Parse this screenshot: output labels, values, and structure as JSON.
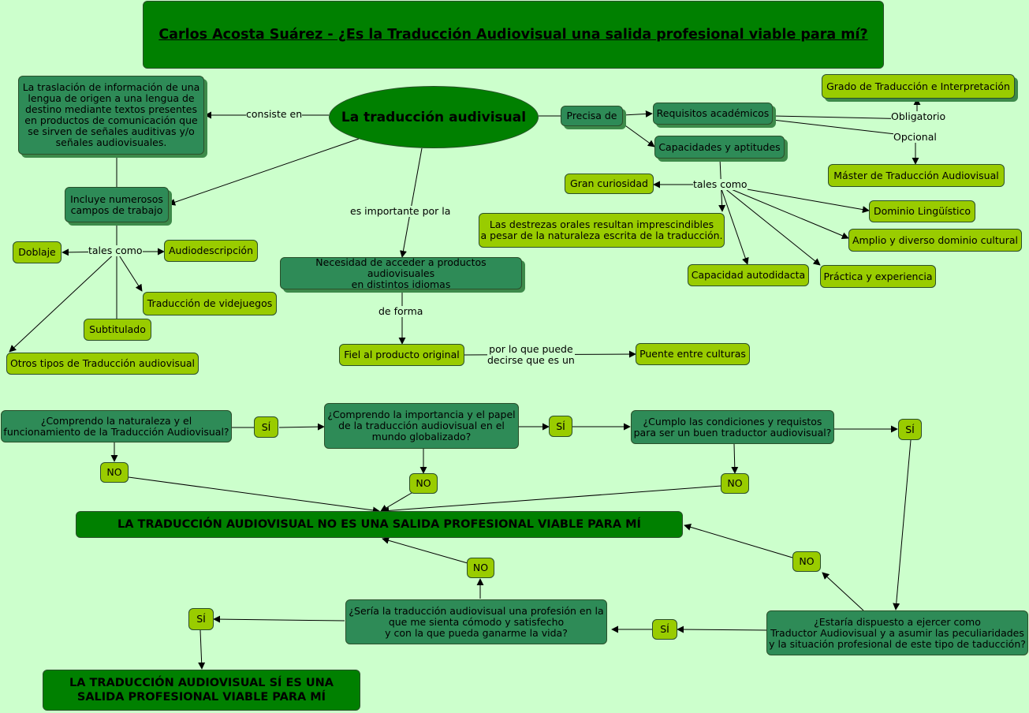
{
  "title": "Carlos Acosta Suárez - ¿Es la Traducción Audiovisual una salida profesional viable para mí?",
  "nodes": {
    "center": "La traducción audivisual",
    "definition": "La traslación de información de una\nlengua de origen a una lengua de\ndestino mediante textos presentes\nen productos de comunicación que\nse sirven de señales auditivas y/o\nseñales audiovisuales.",
    "includes": "Incluye numerosos\ncampos de trabajo",
    "doblaje": "Doblaje",
    "audiodescripcion": "Audiodescripción",
    "videojuegos": "Traducción de videjuegos",
    "subtitulado": "Subtitulado",
    "otros": "Otros tipos de Traducción audiovisual",
    "necesidad": "Necesidad de acceder a productos audiovisuales\nen distintos idiomas",
    "fiel": "Fiel al producto original",
    "puente": "Puente entre culturas",
    "precisa": "Precisa de",
    "requisitos": "Requisitos académicos",
    "capacidades": "Capacidades y aptitudes",
    "grado": "Grado de Traducción e Interpretación",
    "master": "Máster de Traducción Audiovisual",
    "curiosidad": "Gran curiosidad",
    "destrezas": "Las destrezas orales resultan imprescindibles\na pesar de la naturaleza escrita de la traducción.",
    "dominio": "Dominio Lingüístico",
    "cultural": "Amplio y diverso dominio cultural",
    "autodidacta": "Capacidad autodidacta",
    "practica": "Práctica y experiencia",
    "q1": "¿Comprendo la naturaleza y el\nfuncionamiento de la Traducción Audiovisual?",
    "q2": "¿Comprendo la importancia y el papel\nde la traducción audiovisual en el\nmundo globalizado?",
    "q3": "¿Cumplo las condiciones y requistos\npara ser un buen traductor audiovisual?",
    "q4": "¿Estaría dispuesto a ejercer como\nTraductor Audiovisual y a asumir las peculiaridades\ny la situación profesional de este tipo de taducción?",
    "q5": "¿Sería la traducción audiovisual una profesión en la\nque me sienta cómodo y satisfecho\ny con la que pueda ganarme la vida?",
    "yes": "SÍ",
    "no": "NO",
    "verdict_no": "LA TRADUCCIÓN AUDIOVISUAL NO ES UNA SALIDA PROFESIONAL VIABLE PARA MÍ",
    "verdict_yes": "LA TRADUCCIÓN AUDIOVISUAL SÍ ES UNA\nSALIDA PROFESIONAL VIABLE PARA MÍ"
  },
  "links": {
    "consiste": "consiste en",
    "tales": "tales como",
    "importante": "es importante por la",
    "forma": "de forma",
    "puede": "por lo que puede\ndecirse que es un",
    "obligatorio": "Obligatorio",
    "opcional": "Opcional"
  }
}
